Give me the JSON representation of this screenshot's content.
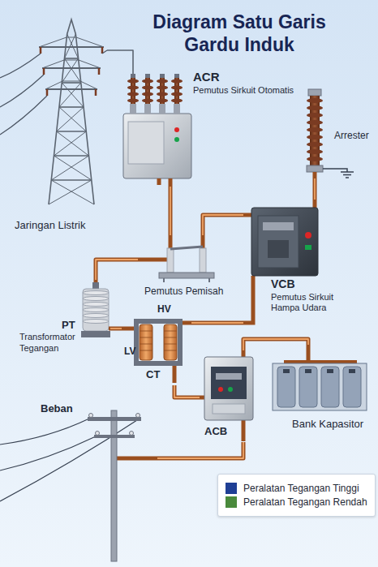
{
  "diagram": {
    "title": "Diagram Satu Garis Gardu Induk",
    "nodes": [
      {
        "text": [
          "Jaringan Listrik"
        ]
      },
      {
        "text": [
          "ACR",
          "Pemutus Sirkuit Otomatis"
        ]
      },
      {
        "text": [
          "Arrester"
        ]
      },
      {
        "text": [
          "Pemutus Pemisah"
        ]
      },
      {
        "text": [
          "VCB",
          "Pemutus Sirkuit Hampa Udara"
        ]
      },
      {
        "text": [
          "PT",
          "Transformator Tegangan"
        ]
      },
      {
        "text": [
          "CT"
        ]
      },
      {
        "text": [
          "ACB"
        ]
      },
      {
        "text": [
          "Bank Kapasitor"
        ]
      },
      {
        "text": [
          "Beban"
        ]
      }
    ],
    "edges": [
      {
        "from": 0,
        "to": 1,
        "arrow": "none"
      },
      {
        "from": 1,
        "to": 3,
        "arrow": "none"
      },
      {
        "from": 3,
        "to": 4,
        "arrow": "none"
      },
      {
        "from": 4,
        "to": 2,
        "arrow": "none"
      },
      {
        "from": 3,
        "to": 5,
        "arrow": "none"
      },
      {
        "from": 5,
        "to": 6,
        "arrow": "none"
      },
      {
        "from": 4,
        "to": 6,
        "arrow": "none"
      },
      {
        "from": 6,
        "to": 7,
        "arrow": "none"
      },
      {
        "from": 7,
        "to": 8,
        "arrow": "none"
      },
      {
        "from": 7,
        "to": 9,
        "arrow": "none"
      }
    ],
    "labels": [
      "HV",
      "LV"
    ],
    "legend": [
      {
        "text": "Peralatan Tegangan Tinggi",
        "color": "#1f3f95"
      },
      {
        "text": "Peralatan Tegangan Rendah",
        "color": "#4a8a3c"
      }
    ]
  }
}
